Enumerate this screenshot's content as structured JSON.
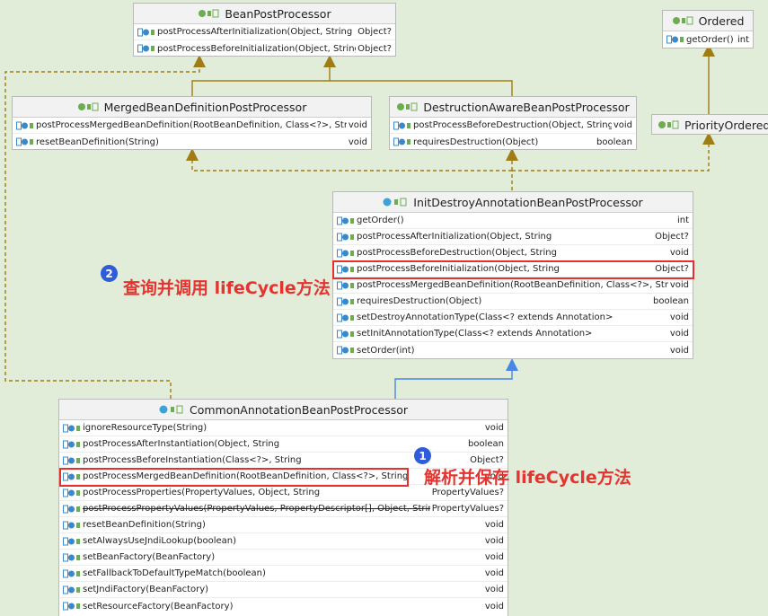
{
  "colors": {
    "background": "#e1ecd9",
    "inherit_line": "#a07c14",
    "implement_line": "#4a86e8",
    "highlight": "#e53030",
    "annotation_text": "#e5332f",
    "badge": "#2f5cd9"
  },
  "classes": {
    "bean_post_processor": {
      "name": "BeanPostProcessor",
      "icon": "interface-icon",
      "methods": [
        {
          "name": "postProcessAfterInitialization(Object, String",
          "ret": "Object?"
        },
        {
          "name": "postProcessBeforeInitialization(Object, String",
          "ret": "Object?"
        }
      ]
    },
    "ordered": {
      "name": "Ordered",
      "icon": "interface-icon",
      "methods": [
        {
          "name": "getOrder()",
          "ret": "int"
        }
      ]
    },
    "merged": {
      "name": "MergedBeanDefinitionPostProcessor",
      "icon": "interface-icon",
      "methods": [
        {
          "name": "postProcessMergedBeanDefinition(RootBeanDefinition, Class<?>, String",
          "ret": "void"
        },
        {
          "name": "resetBeanDefinition(String)",
          "ret": "void"
        }
      ]
    },
    "destruction": {
      "name": "DestructionAwareBeanPostProcessor",
      "icon": "interface-icon",
      "methods": [
        {
          "name": "postProcessBeforeDestruction(Object, String",
          "ret": "void"
        },
        {
          "name": "requiresDestruction(Object)",
          "ret": "boolean"
        }
      ]
    },
    "priority_ordered": {
      "name": "PriorityOrdered",
      "icon": "interface-icon",
      "methods": []
    },
    "init_destroy": {
      "name": "InitDestroyAnnotationBeanPostProcessor",
      "icon": "class-icon",
      "methods": [
        {
          "name": "getOrder()",
          "ret": "int"
        },
        {
          "name": "postProcessAfterInitialization(Object, String",
          "ret": "Object?"
        },
        {
          "name": "postProcessBeforeDestruction(Object, String",
          "ret": "void"
        },
        {
          "name": "postProcessBeforeInitialization(Object, String",
          "ret": "Object?"
        },
        {
          "name": "postProcessMergedBeanDefinition(RootBeanDefinition, Class<?>, String",
          "ret": "void"
        },
        {
          "name": "requiresDestruction(Object)",
          "ret": "boolean"
        },
        {
          "name": "setDestroyAnnotationType(Class<? extends Annotation>",
          "ret": "void"
        },
        {
          "name": "setInitAnnotationType(Class<? extends Annotation>",
          "ret": "void"
        },
        {
          "name": "setOrder(int)",
          "ret": "void"
        }
      ]
    },
    "common": {
      "name": "CommonAnnotationBeanPostProcessor",
      "icon": "class-icon",
      "methods": [
        {
          "name": "ignoreResourceType(String)",
          "ret": "void"
        },
        {
          "name": "postProcessAfterInstantiation(Object, String",
          "ret": "boolean"
        },
        {
          "name": "postProcessBeforeInstantiation(Class<?>, String",
          "ret": "Object?"
        },
        {
          "name": "postProcessMergedBeanDefinition(RootBeanDefinition, Class<?>, String",
          "ret": "void"
        },
        {
          "name": "postProcessProperties(PropertyValues, Object, String",
          "ret": "PropertyValues?"
        },
        {
          "name": "postProcessPropertyValues(PropertyValues, PropertyDescriptor[], Object, String",
          "ret": "PropertyValues?",
          "deprecated": true
        },
        {
          "name": "resetBeanDefinition(String)",
          "ret": "void"
        },
        {
          "name": "setAlwaysUseJndiLookup(boolean)",
          "ret": "void"
        },
        {
          "name": "setBeanFactory(BeanFactory)",
          "ret": "void"
        },
        {
          "name": "setFallbackToDefaultTypeMatch(boolean)",
          "ret": "void"
        },
        {
          "name": "setJndiFactory(BeanFactory)",
          "ret": "void"
        },
        {
          "name": "setResourceFactory(BeanFactory)",
          "ret": "void"
        }
      ]
    }
  },
  "annotations": {
    "step1": {
      "badge": "1",
      "text": "解析并保存 lifeCycle方法"
    },
    "step2": {
      "badge": "2",
      "text": "查询并调用 lifeCycle方法"
    }
  }
}
